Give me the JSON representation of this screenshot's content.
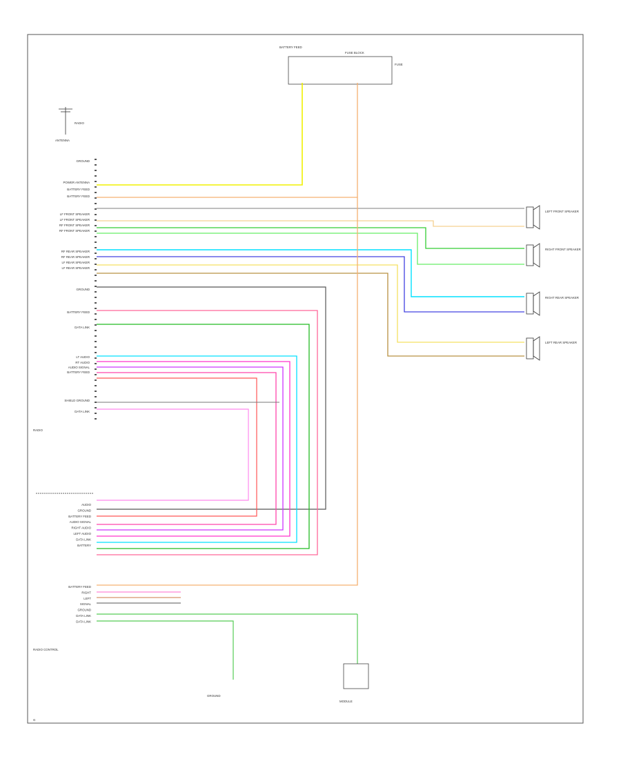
{
  "antenna": {
    "label": "ANTENNA",
    "sublabel": "RADIO"
  },
  "module_top": {
    "title": "BATTERY FEED",
    "block": "FUSE BLOCK",
    "fuse": "FUSE"
  },
  "radio_pins": [
    "GROUND",
    "POWER ANTENNA",
    "BATTERY FEED",
    "BATTERY FEED",
    "LF FRONT SPEAKER",
    "LF FRONT SPEAKER",
    "RF FRONT SPEAKER",
    "RF FRONT SPEAKER",
    "RF REAR SPEAKER",
    "RF REAR SPEAKER",
    "LF REAR SPEAKER",
    "LF REAR SPEAKER",
    "GROUND",
    "BATTERY FEED",
    "DATA LINK",
    "LT AUDIO",
    "RT AUDIO",
    "AUDIO SIGNAL",
    "BATTERY FEED",
    "SHIELD GROUND",
    "DATA LINK"
  ],
  "radio_caption": "RADIO",
  "speakers": [
    {
      "label": "LEFT FRONT SPEAKER"
    },
    {
      "label": "RIGHT FRONT SPEAKER"
    },
    {
      "label": "RIGHT REAR SPEAKER"
    },
    {
      "label": "LEFT REAR SPEAKER"
    }
  ],
  "lower_pins": [
    "AUDIO",
    "GROUND",
    "BATTERY FEED",
    "AUDIO SIGNAL",
    "RIGHT AUDIO",
    "LEFT AUDIO",
    "DATA LINK",
    "BATTERY"
  ],
  "bottom_pins": [
    "BATTERY FEED",
    "RIGHT",
    "LEFT",
    "SIGNAL",
    "GROUND",
    "DATA LINK",
    "DATA LINK"
  ],
  "bottom_caption": "RADIO CONTROL",
  "bottom_boxes": {
    "left": "GROUND",
    "right": "MODULE"
  },
  "footer_code": "G"
}
